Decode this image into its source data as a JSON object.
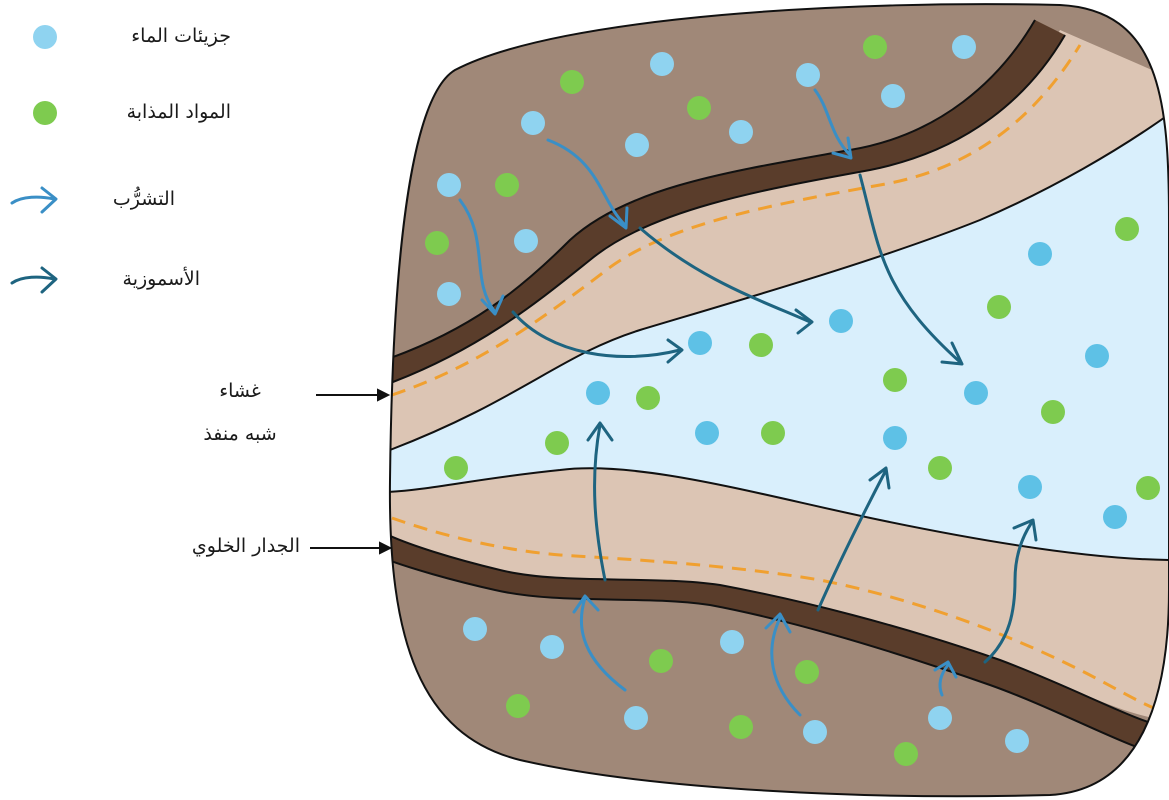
{
  "legend": {
    "water_molecules": "جزيئات الماء",
    "solutes": "المواد المذابة",
    "imbibition": "التشرُّب",
    "osmosis": "الأسموزية"
  },
  "labels": {
    "membrane_line1": "غشاء",
    "membrane_line2": "شبه منفذ",
    "cell_wall": "الجدار الخلوي"
  },
  "colors": {
    "water_molecule": "#8fd3f0",
    "water_molecule_inside": "#5ec1e6",
    "solute": "#7ecb4f",
    "soil": "#a08878",
    "cell_wall": "#5a3d2b",
    "cytoplasm": "#dcc5b4",
    "vacuole": "#d9effc",
    "membrane_dash": "#f0a030",
    "imbibition_arrow": "#3a8fc6",
    "osmosis_arrow": "#1e6480"
  },
  "icons": {
    "water_molecule": "light-blue-circle",
    "solute": "green-circle",
    "imbibition": "light-blue-arrow",
    "osmosis": "dark-teal-arrow"
  }
}
